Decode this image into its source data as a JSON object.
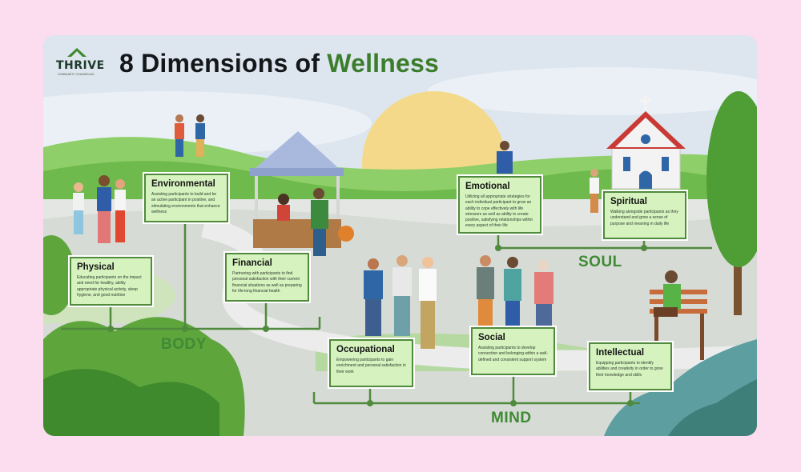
{
  "brand": {
    "name": "THRIVE",
    "tagline": "COMMUNITY COUNSELING"
  },
  "title": {
    "prefix": "8 Dimensions of",
    "accent": "Wellness"
  },
  "colors": {
    "background": "#fcdcef",
    "accent": "#3b7d2c",
    "box_fill": "#d6f3bf",
    "line": "#4f8a3d"
  },
  "groups": {
    "body": "BODY",
    "soul": "SOUL",
    "mind": "MIND"
  },
  "dimensions": {
    "environmental": {
      "title": "Environmental",
      "text": "Assisting participants to build and be an active participant in positive, and stimulating environments that enhance wellness"
    },
    "physical": {
      "title": "Physical",
      "text": "Educating participants on the impact and need for healthy, ability appropriate physical activity, sleep hygiene, and good nutrition"
    },
    "financial": {
      "title": "Financial",
      "text": "Partnering with participants to find personal satisfaction with their current financial situations as well as preparing for life-long financial health"
    },
    "emotional": {
      "title": "Emotional",
      "text": "Utilizing all appropriate strategies for each individual participant to grow an ability to cope effectively with life stressors as well as ability to create positive, satisfying relationships within every aspect of their life"
    },
    "spiritual": {
      "title": "Spiritual",
      "text": "Walking alongside participants as they understand and grow a sense of purpose and meaning in daily life"
    },
    "occupational": {
      "title": "Occupational",
      "text": "Empowering participants to gain enrichment and personal satisfaction in their work"
    },
    "social": {
      "title": "Social",
      "text": "Assisting participants to develop connection and belonging within a well-defined and consistent support system"
    },
    "intellectual": {
      "title": "Intellectual",
      "text": "Equipping participants to identify abilities and creativity in order to grow their knowledge and skills"
    }
  }
}
